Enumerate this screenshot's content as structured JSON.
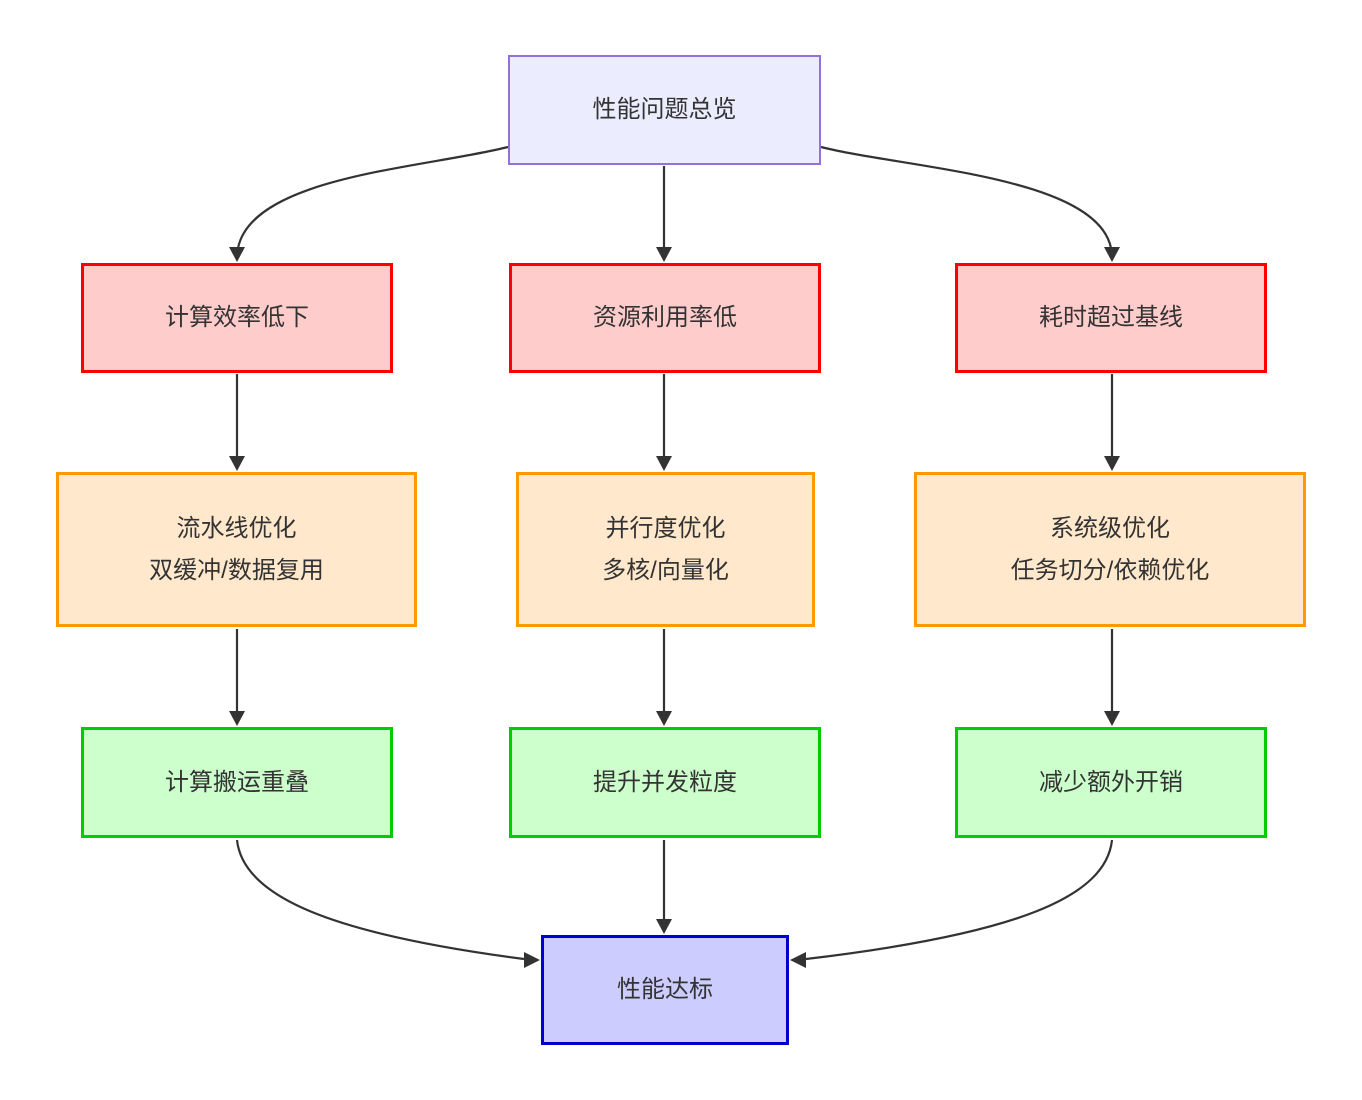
{
  "diagram": {
    "type": "flowchart-top-down",
    "background": "#FFFFFF",
    "edge_color": "#333333",
    "text_color": "#333333",
    "nodes": {
      "root": {
        "label": "性能问题总览",
        "fill": "#ECECFF",
        "stroke": "#9370DB"
      },
      "p1": {
        "label": "计算效率低下",
        "fill": "#FFCCCC",
        "stroke": "#FF0000"
      },
      "p2": {
        "label": "资源利用率低",
        "fill": "#FFCCCC",
        "stroke": "#FF0000"
      },
      "p3": {
        "label": "耗时超过基线",
        "fill": "#FFCCCC",
        "stroke": "#FF0000"
      },
      "o1": {
        "line1": "流水线优化",
        "line2": "双缓冲/数据复用",
        "fill": "#FFE8CC",
        "stroke": "#FF9900"
      },
      "o2": {
        "line1": "并行度优化",
        "line2": "多核/向量化",
        "fill": "#FFE8CC",
        "stroke": "#FF9900"
      },
      "o3": {
        "line1": "系统级优化",
        "line2": "任务切分/依赖优化",
        "fill": "#FFE8CC",
        "stroke": "#FF9900"
      },
      "g1": {
        "label": "计算搬运重叠",
        "fill": "#CCFFCC",
        "stroke": "#00CC00"
      },
      "g2": {
        "label": "提升并发粒度",
        "fill": "#CCFFCC",
        "stroke": "#00CC00"
      },
      "g3": {
        "label": "减少额外开销",
        "fill": "#CCFFCC",
        "stroke": "#00CC00"
      },
      "goal": {
        "label": "性能达标",
        "fill": "#CCCCFF",
        "stroke": "#0000CC"
      }
    },
    "edges": [
      {
        "from": "性能问题总览",
        "to": "计算效率低下"
      },
      {
        "from": "性能问题总览",
        "to": "资源利用率低"
      },
      {
        "from": "性能问题总览",
        "to": "耗时超过基线"
      },
      {
        "from": "计算效率低下",
        "to": "流水线优化 双缓冲/数据复用"
      },
      {
        "from": "资源利用率低",
        "to": "并行度优化 多核/向量化"
      },
      {
        "from": "耗时超过基线",
        "to": "系统级优化 任务切分/依赖优化"
      },
      {
        "from": "流水线优化 双缓冲/数据复用",
        "to": "计算搬运重叠"
      },
      {
        "from": "并行度优化 多核/向量化",
        "to": "提升并发粒度"
      },
      {
        "from": "系统级优化 任务切分/依赖优化",
        "to": "减少额外开销"
      },
      {
        "from": "计算搬运重叠",
        "to": "性能达标"
      },
      {
        "from": "提升并发粒度",
        "to": "性能达标"
      },
      {
        "from": "减少额外开销",
        "to": "性能达标"
      }
    ]
  }
}
